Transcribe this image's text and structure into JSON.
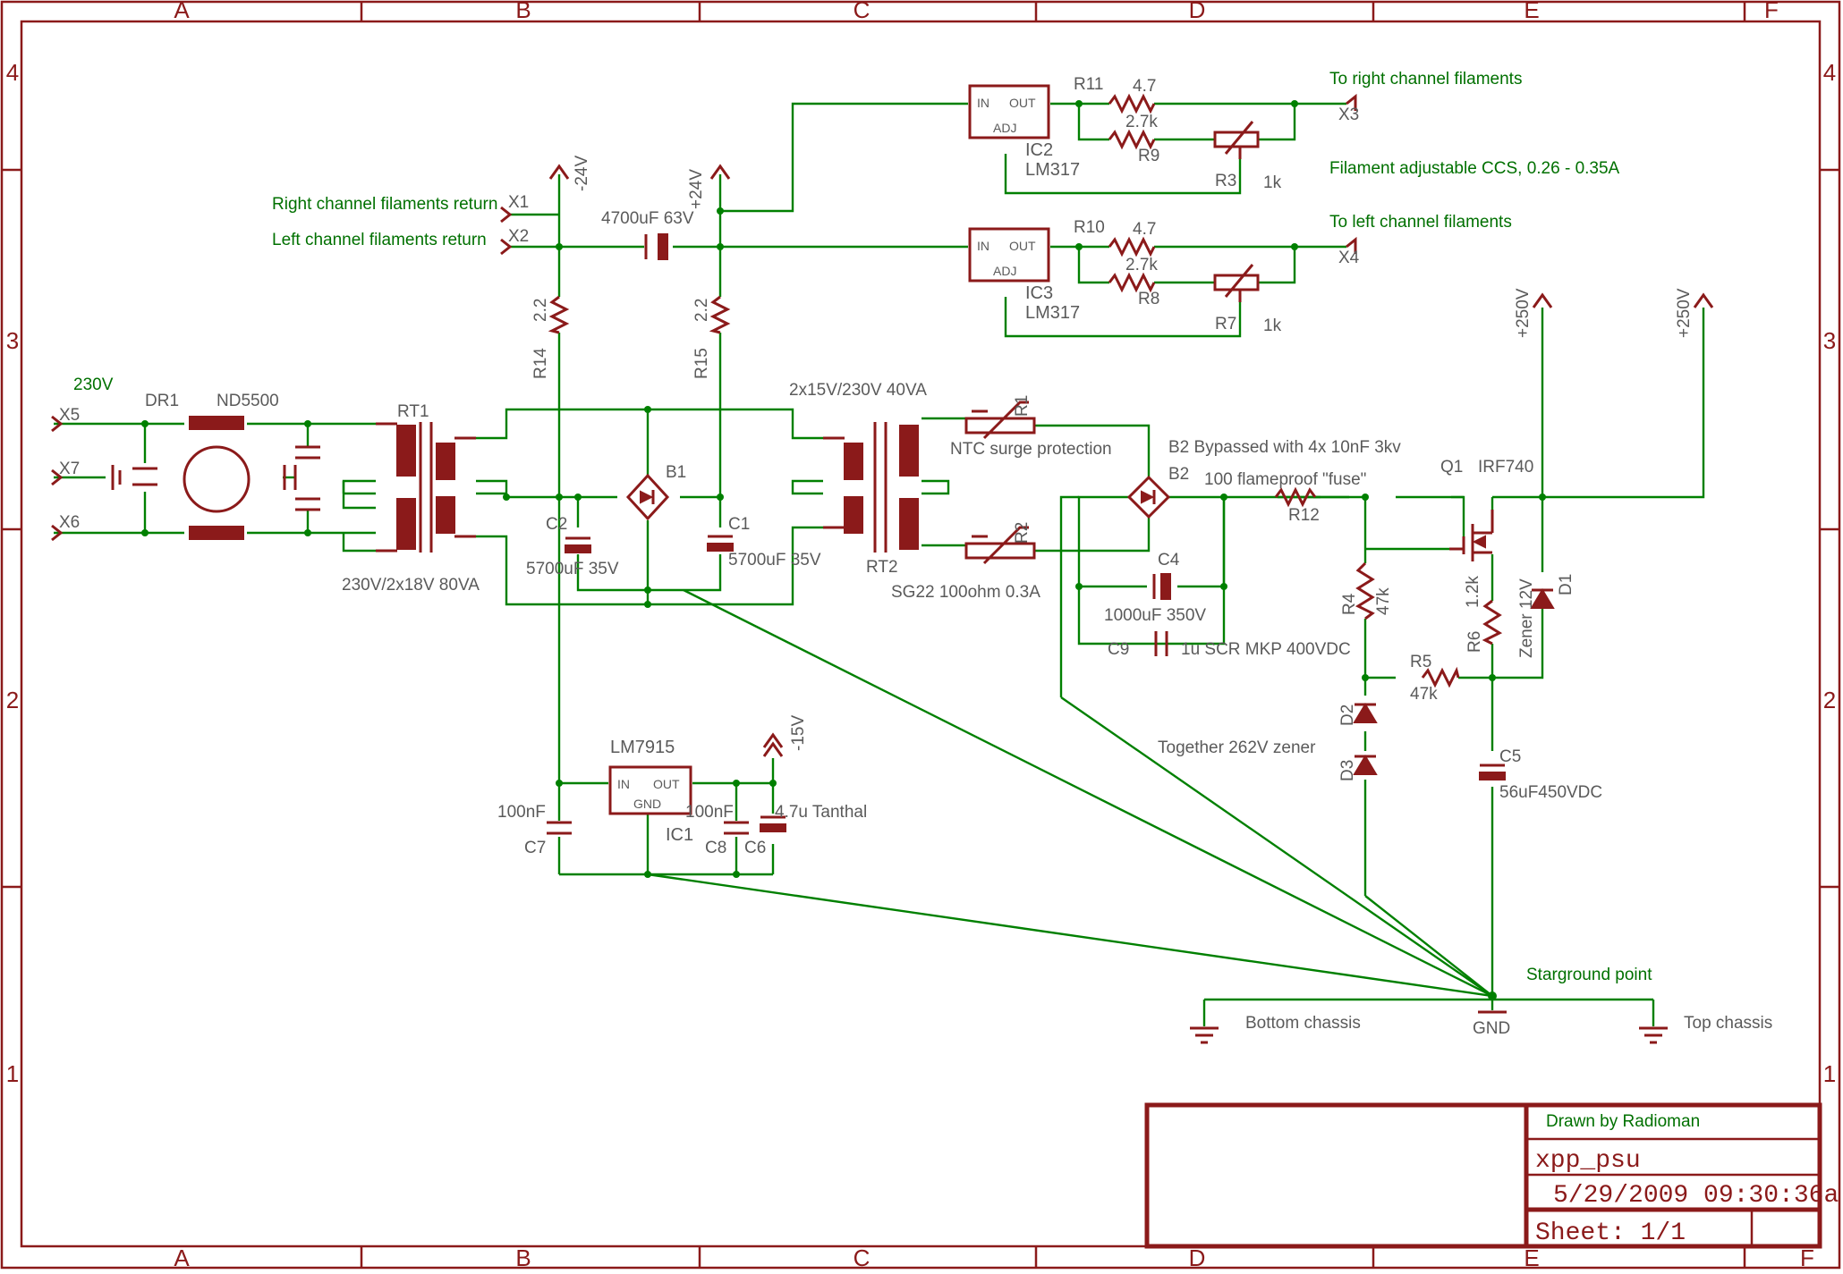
{
  "frame": {
    "columns": [
      "A",
      "B",
      "C",
      "D",
      "E",
      "F"
    ],
    "rows": [
      "4",
      "3",
      "2",
      "1"
    ]
  },
  "title_block": {
    "drawn_by": "Drawn by Radioman",
    "name": "xpp_psu",
    "date": "5/29/2009 09:30:36a",
    "sheet": "Sheet: 1/1"
  },
  "connectors": {
    "x1": "X1",
    "x2": "X2",
    "x3": "X3",
    "x4": "X4",
    "x5": "X5",
    "x6": "X6",
    "x7": "X7"
  },
  "notes": {
    "right_return": "Right channel filaments return",
    "left_return": "Left channel filaments return",
    "to_right": "To right channel filaments",
    "to_left": "To left channel filaments",
    "ccs": "Filament adjustable CCS, 0.26 - 0.35A",
    "mains": "230V",
    "b2_bypass": "B2 Bypassed with 4x 10nF 3kv",
    "fuse": "100 flameproof \"fuse\"",
    "ntc": "NTC surge protection",
    "zener262": "Together 262V zener",
    "starground": "Starground point",
    "bottom_chassis": "Bottom chassis",
    "top_chassis": "Top chassis"
  },
  "supplies": {
    "m24": "-24V",
    "p24": "+24V",
    "m15": "-15V",
    "p250a": "+250V",
    "p250b": "+250V",
    "gnd": "GND"
  },
  "components": {
    "ic2": {
      "ref": "IC2",
      "value": "LM317",
      "in": "IN",
      "out": "OUT",
      "adj": "ADJ"
    },
    "ic3": {
      "ref": "IC3",
      "value": "LM317",
      "in": "IN",
      "out": "OUT",
      "adj": "ADJ"
    },
    "ic1": {
      "ref": "IC1",
      "value": "LM7915",
      "in": "IN",
      "out": "OUT",
      "gnd": "GND"
    },
    "r11": {
      "ref": "R11",
      "value": "4.7"
    },
    "r9": {
      "ref": "R9",
      "value": "2.7k"
    },
    "r3": {
      "ref": "R3",
      "value": "1k"
    },
    "r10": {
      "ref": "R10",
      "value": "4.7"
    },
    "r8": {
      "ref": "R8",
      "value": "2.7k"
    },
    "r7": {
      "ref": "R7",
      "value": "1k"
    },
    "r14": {
      "ref": "R14",
      "value": "2.2"
    },
    "r15": {
      "ref": "R15",
      "value": "2.2"
    },
    "r1": {
      "ref": "R1"
    },
    "r2": {
      "ref": "R2",
      "value": "SG22 100ohm 0.3A"
    },
    "r12": {
      "ref": "R12"
    },
    "r4": {
      "ref": "R4",
      "value": "47k"
    },
    "r5": {
      "ref": "R5",
      "value": "47k"
    },
    "r6": {
      "ref": "R6",
      "value": "1.2k"
    },
    "c1": {
      "ref": "C1",
      "value": "5700uF 35V"
    },
    "c2": {
      "ref": "C2",
      "value": "5700uF 35V"
    },
    "c3": {
      "value": "4700uF 63V"
    },
    "c4": {
      "ref": "C4",
      "value": "1000uF 350V"
    },
    "c9": {
      "ref": "C9",
      "value": "1u SCR MKP 400VDC"
    },
    "c5": {
      "ref": "C5",
      "value": "56uF450VDC"
    },
    "c6": {
      "ref": "C6",
      "value": "4.7u Tanthal"
    },
    "c7": {
      "ref": "C7",
      "value": "100nF"
    },
    "c8": {
      "ref": "C8",
      "value": "100nF"
    },
    "b1": {
      "ref": "B1"
    },
    "b2": {
      "ref": "B2"
    },
    "rt1": {
      "ref": "RT1",
      "value": "230V/2x18V 80VA"
    },
    "rt2": {
      "ref": "RT2",
      "value": "2x15V/230V 40VA"
    },
    "dr1": {
      "ref": "DR1",
      "value": "ND5500"
    },
    "q1": {
      "ref": "Q1",
      "value": "IRF740"
    },
    "d1": {
      "ref": "D1",
      "value": "Zener 12V"
    },
    "d2": {
      "ref": "D2"
    },
    "d3": {
      "ref": "D3"
    }
  }
}
